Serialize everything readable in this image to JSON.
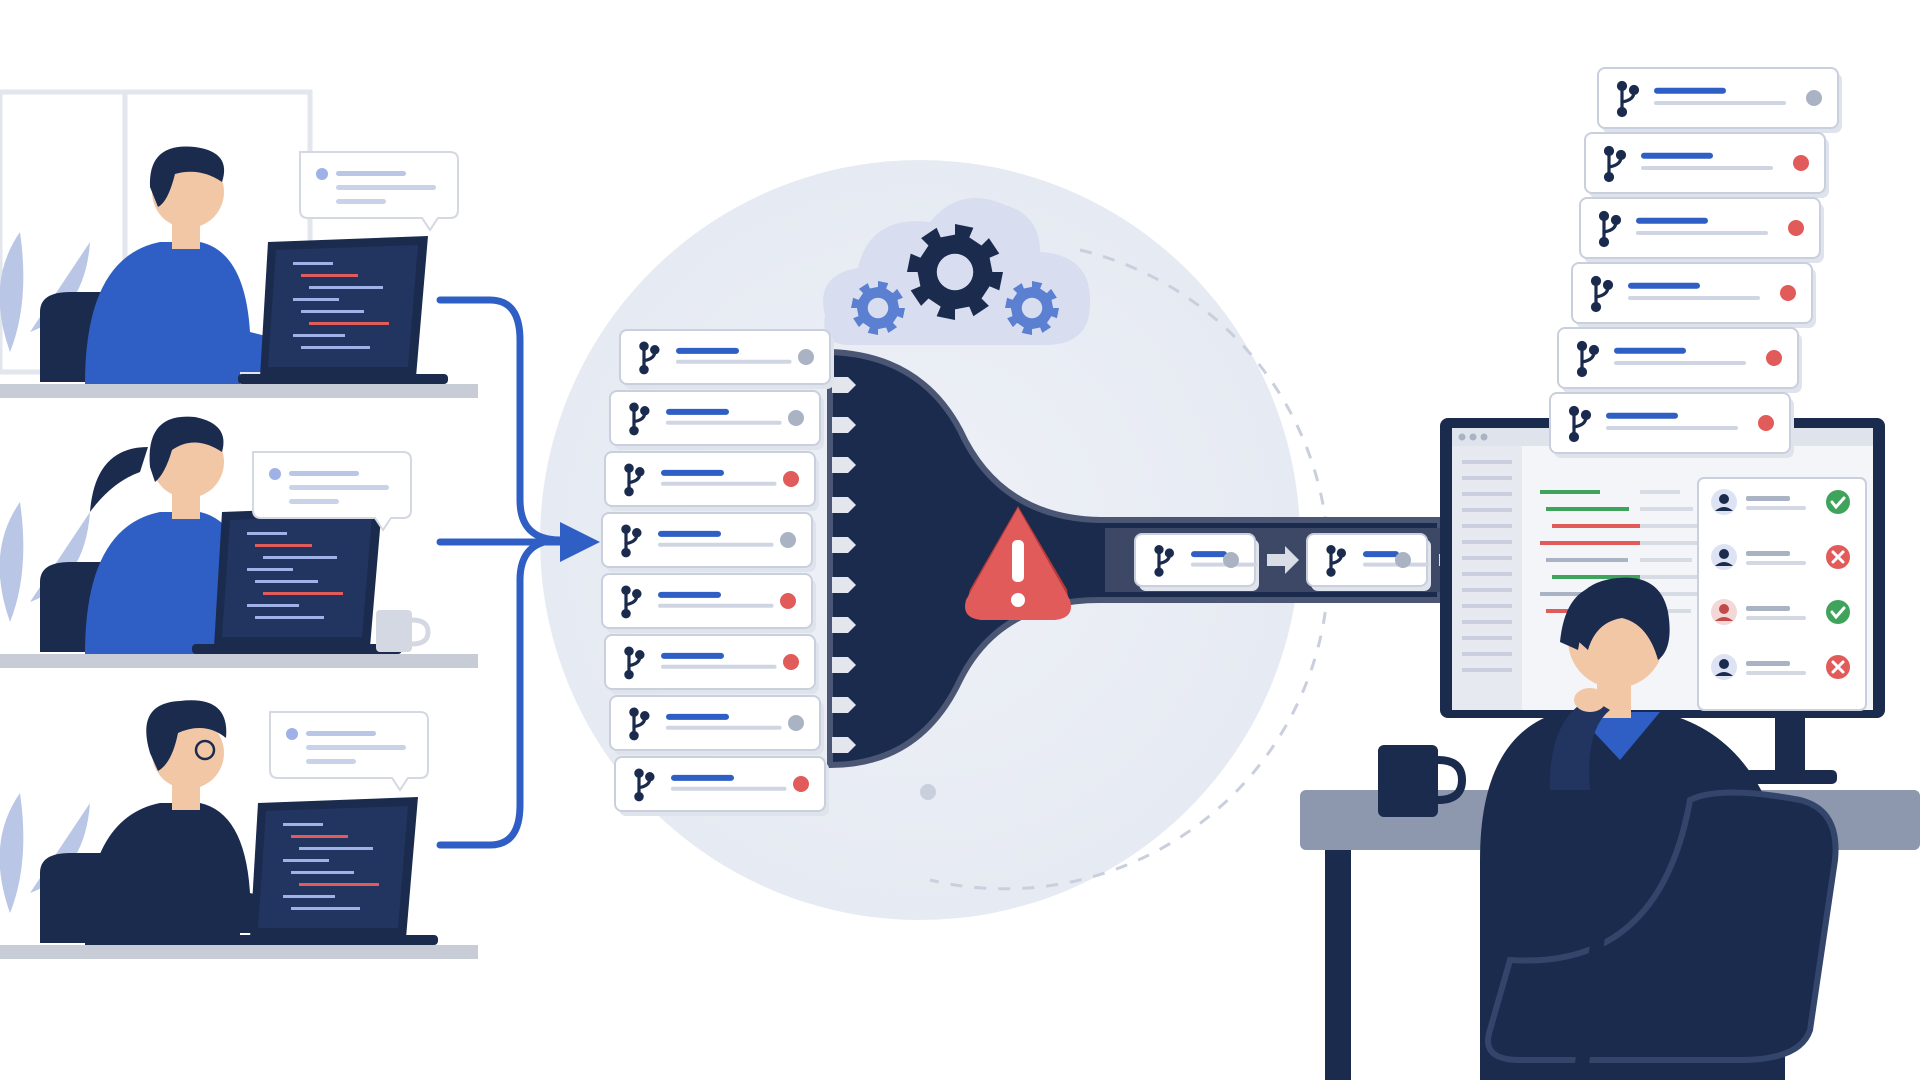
{
  "scene": {
    "kind": "illustration",
    "theme": "code-review-bottleneck",
    "colors": {
      "navy": "#1b2b4e",
      "blue": "#2f5fc4",
      "mid_blue": "#5b7fd1",
      "light_blue": "#9fb1e6",
      "pale_bg": "#edf0f6",
      "gray": "#c7ccd6",
      "alert_red": "#e25b5b",
      "approve_green": "#3ea35b",
      "status_gray": "#aab3c3"
    },
    "incoming_queue": [
      {
        "status": "pending"
      },
      {
        "status": "pending"
      },
      {
        "status": "changes-requested"
      },
      {
        "status": "pending"
      },
      {
        "status": "changes-requested"
      },
      {
        "status": "changes-requested"
      },
      {
        "status": "pending"
      },
      {
        "status": "changes-requested"
      }
    ],
    "pipe_items": [
      {
        "status": "pending"
      },
      {
        "status": "pending"
      }
    ],
    "backlog_stack": [
      {
        "status": "pending"
      },
      {
        "status": "changes-requested"
      },
      {
        "status": "changes-requested"
      },
      {
        "status": "changes-requested"
      },
      {
        "status": "changes-requested"
      },
      {
        "status": "changes-requested"
      }
    ],
    "review_panel": [
      {
        "verdict": "approved"
      },
      {
        "verdict": "rejected"
      },
      {
        "verdict": "approved"
      },
      {
        "verdict": "rejected"
      }
    ],
    "icons": [
      "branch-icon",
      "gear-icon",
      "cloud-icon",
      "warning-icon",
      "user-icon",
      "check-icon",
      "x-icon",
      "arrow-right-icon",
      "mug-icon"
    ]
  }
}
